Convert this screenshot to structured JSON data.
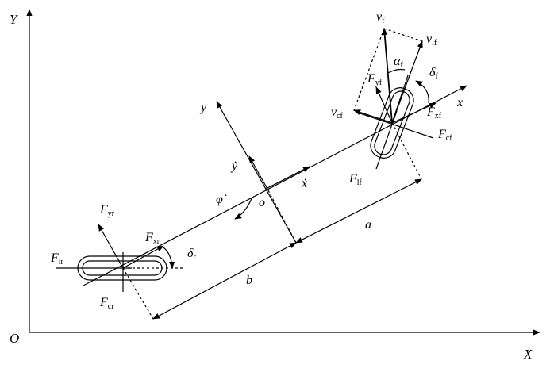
{
  "axes": {
    "origin": "O",
    "x": "X",
    "y": "Y"
  },
  "body_frame": {
    "x": "x",
    "y": "y",
    "origin": "o"
  },
  "rates": {
    "x_dot": "ẋ",
    "y_dot": "ẏ",
    "phi_dot": "φ̇"
  },
  "distances": {
    "a": "a",
    "b": "b"
  },
  "front": {
    "v_f": {
      "main": "v",
      "sub": "f"
    },
    "v_lf": {
      "main": "v",
      "sub": "lf"
    },
    "v_cf": {
      "main": "v",
      "sub": "cf"
    },
    "alpha_f": {
      "main": "α",
      "sub": "f"
    },
    "delta_f": {
      "main": "δ",
      "sub": "f"
    },
    "F_yf": {
      "main": "F",
      "sub": "yf"
    },
    "F_xf": {
      "main": "F",
      "sub": "xf"
    },
    "F_cf": {
      "main": "F",
      "sub": "cf"
    },
    "F_lf": {
      "main": "F",
      "sub": "lf"
    }
  },
  "rear": {
    "F_yr": {
      "main": "F",
      "sub": "yr"
    },
    "F_xr": {
      "main": "F",
      "sub": "xr"
    },
    "F_lr": {
      "main": "F",
      "sub": "lr"
    },
    "F_cr": {
      "main": "F",
      "sub": "cr"
    },
    "delta_r": {
      "main": "δ",
      "sub": "r"
    }
  }
}
